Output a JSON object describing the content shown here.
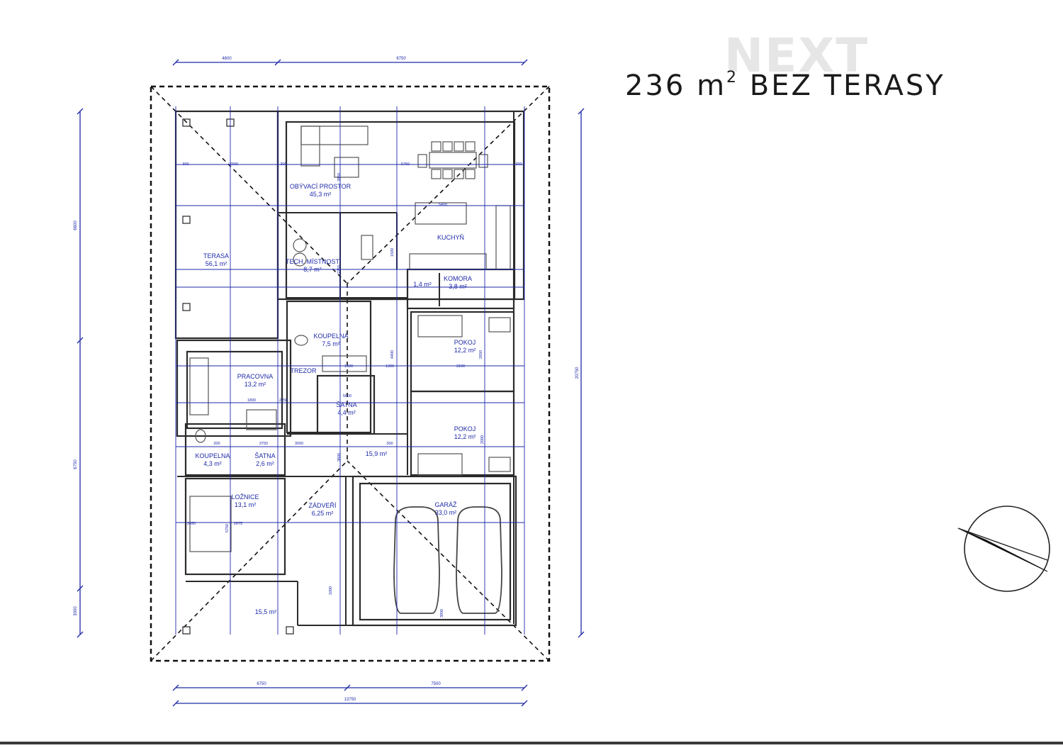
{
  "header": {
    "area_value": "236",
    "area_unit": "m",
    "area_sup": "2",
    "area_suffix": "BEZ TERASY",
    "logo_text": "NEXT"
  },
  "colors": {
    "line": "#1f2aa8",
    "wall": "#2b2b2b",
    "dash": "#111111",
    "logo": "#e6e6e6"
  },
  "dimensions": {
    "top": [
      "4600",
      "6750"
    ],
    "bottom_parts": [
      "6750",
      "7500"
    ],
    "bottom_total": "13750",
    "left": [
      "6600",
      "6750",
      "3000"
    ],
    "right": "20750",
    "inner": [
      "300",
      "3300",
      "300",
      "6750",
      "300",
      "5400",
      "3950",
      "1500",
      "2250",
      "4400",
      "1300",
      "1500",
      "3100",
      "2650",
      "1800",
      "2250",
      "5600",
      "300",
      "3750",
      "3000",
      "300",
      "3600",
      "2000",
      "5750",
      "1000",
      "3900",
      "2650",
      "2675"
    ]
  },
  "rooms": [
    {
      "name": "TERASA",
      "area": "56,1 m²"
    },
    {
      "name": "OBÝVACÍ PROSTOR",
      "area": "45,3 m²"
    },
    {
      "name": "KUCHYŇ",
      "area": ""
    },
    {
      "name": "TECH. MÍSTNOST",
      "area": "8,7 m²"
    },
    {
      "name": "",
      "area": "1,4 m²"
    },
    {
      "name": "KOMORA",
      "area": "3,8 m²"
    },
    {
      "name": "KOUPELNA",
      "area": "7,5 m²"
    },
    {
      "name": "POKOJ",
      "area": "12,2 m²"
    },
    {
      "name": "PRACOVNA",
      "area": "13,2 m²"
    },
    {
      "name": "TREZOR",
      "area": ""
    },
    {
      "name": "ŠATNA",
      "area": "4,4 m²"
    },
    {
      "name": "POKOJ",
      "area": "12,2 m²"
    },
    {
      "name": "",
      "area": "15,9 m²"
    },
    {
      "name": "KOUPELNA",
      "area": "4,3 m²"
    },
    {
      "name": "ŠATNA",
      "area": "2,6 m²"
    },
    {
      "name": "LOŽNICE",
      "area": "13,1 m²"
    },
    {
      "name": "ZÁDVEŘÍ",
      "area": "6,25 m²"
    },
    {
      "name": "GARÁŽ",
      "area": "33,0 m²"
    },
    {
      "name": "",
      "area": "15,5 m²"
    }
  ]
}
